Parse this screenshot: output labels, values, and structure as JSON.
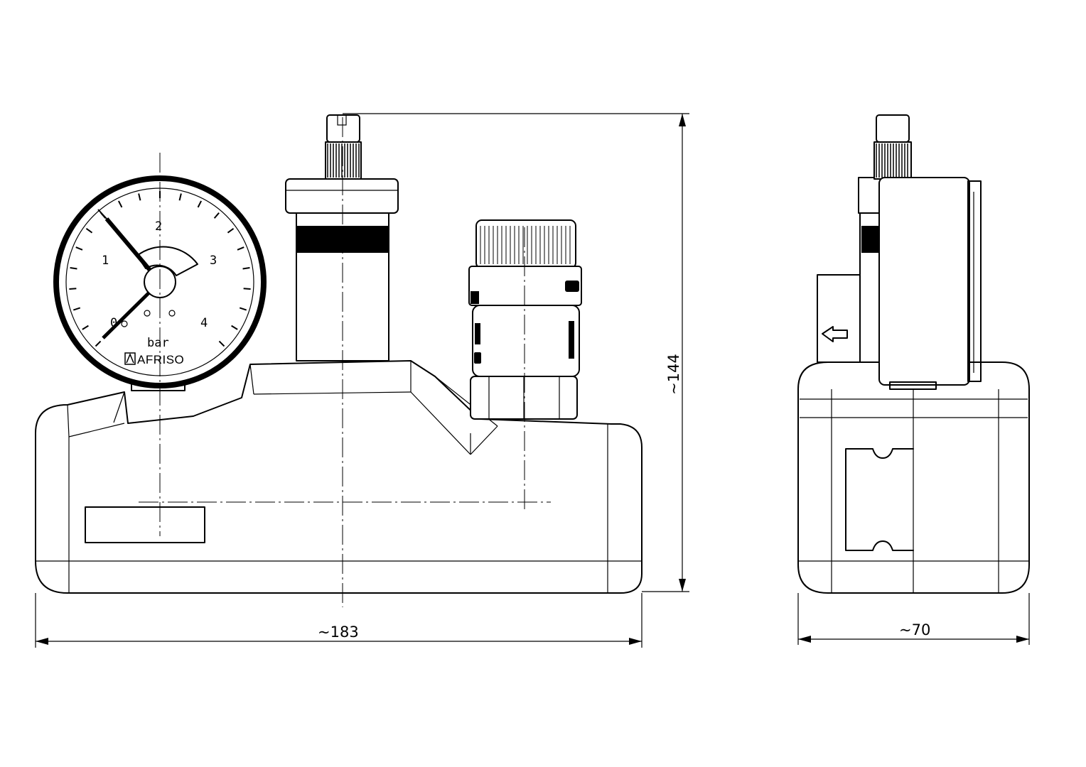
{
  "dimensions": {
    "width_label": "~183",
    "height_label": "~144",
    "depth_label": "~70"
  },
  "gauge": {
    "unit": "bar",
    "brand": "AFRISO",
    "scale_labels": [
      "0",
      "1",
      "2",
      "3",
      "4"
    ]
  },
  "icons": {
    "flow_arrow": "arrow-left-icon",
    "brand_logo": "afriso-logo-icon"
  }
}
